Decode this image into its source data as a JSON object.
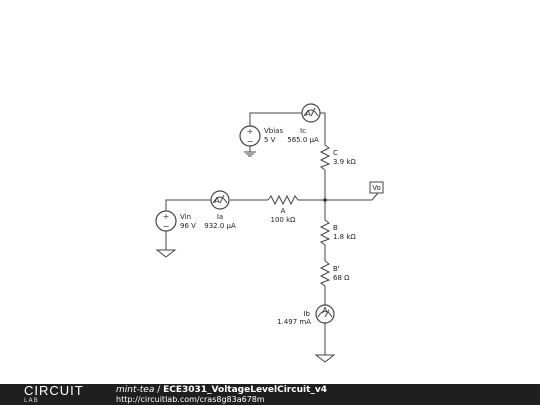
{
  "circuit": {
    "vbias": {
      "name": "Vbias",
      "value": "5 V"
    },
    "vin": {
      "name": "Vin",
      "value": "96 V"
    },
    "ic": {
      "name": "Ic",
      "value": "565.0 μA"
    },
    "ia": {
      "name": "Ia",
      "value": "932.0 μA"
    },
    "ib": {
      "name": "Ib",
      "value": "1.497 mA"
    },
    "rc": {
      "name": "C",
      "value": "3.9 kΩ"
    },
    "ra": {
      "name": "A",
      "value": "100 kΩ"
    },
    "rb": {
      "name": "B",
      "value": "1.8 kΩ"
    },
    "rb2": {
      "name": "B'",
      "value": "68 Ω"
    },
    "vo": {
      "name": "Vo"
    },
    "plus_sign": "+",
    "minus_sign": "−",
    "ammeter_symbol": "A"
  },
  "footer": {
    "logo_top": "CIRCUIT",
    "logo_bottom": "LAB",
    "user": "mint-tea",
    "separator": " / ",
    "title": "ECE3031_VoltageLevelCircuit_v4",
    "url": "http://circuitlab.com/cras8g83a678m"
  }
}
